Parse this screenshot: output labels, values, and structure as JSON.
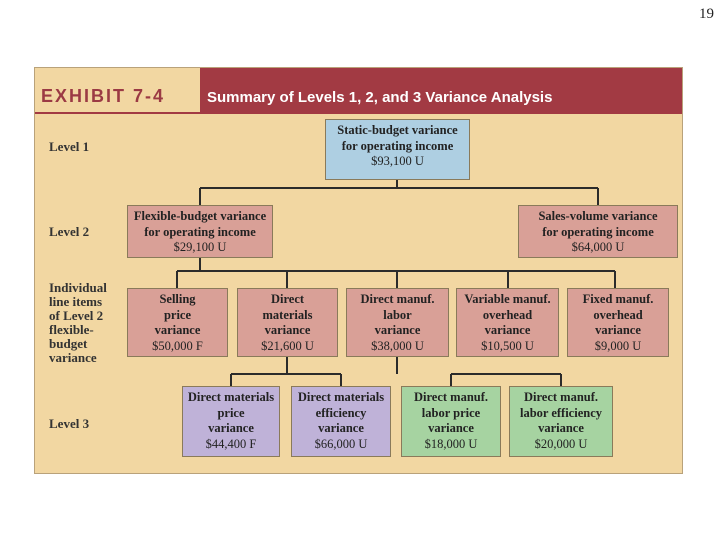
{
  "page_number": "19",
  "header": {
    "exhibit": "EXHIBIT 7-4",
    "title": "Summary of Levels 1, 2, and 3 Variance Analysis"
  },
  "levels": {
    "level1": "Level 1",
    "level2": "Level 2",
    "individual": [
      "Individual",
      "line items",
      "of Level 2",
      "flexible-",
      "budget",
      "variance"
    ],
    "level3": "Level 3"
  },
  "level1_box": {
    "lines": [
      "Static-budget variance",
      "for operating income"
    ],
    "value": "$93,100 U"
  },
  "level2_boxes": [
    {
      "lines": [
        "Flexible-budget variance",
        "for operating income"
      ],
      "value": "$29,100 U"
    },
    {
      "lines": [
        "Sales-volume variance",
        "for operating income"
      ],
      "value": "$64,000 U"
    }
  ],
  "line_item_boxes": [
    {
      "lines": [
        "Selling",
        "price",
        "variance"
      ],
      "value": "$50,000 F"
    },
    {
      "lines": [
        "Direct",
        "materials",
        "variance"
      ],
      "value": "$21,600 U"
    },
    {
      "lines": [
        "Direct manuf.",
        "labor",
        "variance"
      ],
      "value": "$38,000 U"
    },
    {
      "lines": [
        "Variable manuf.",
        "overhead",
        "variance"
      ],
      "value": "$10,500 U"
    },
    {
      "lines": [
        "Fixed manuf.",
        "overhead",
        "variance"
      ],
      "value": "$9,000 U"
    }
  ],
  "level3_boxes": [
    {
      "lines": [
        "Direct materials",
        "price",
        "variance"
      ],
      "value": "$44,400 F"
    },
    {
      "lines": [
        "Direct materials",
        "efficiency",
        "variance"
      ],
      "value": "$66,000 U"
    },
    {
      "lines": [
        "Direct manuf.",
        "labor price",
        "variance"
      ],
      "value": "$18,000 U"
    },
    {
      "lines": [
        "Direct manuf.",
        "labor efficiency",
        "variance"
      ],
      "value": "$20,000 U"
    }
  ]
}
